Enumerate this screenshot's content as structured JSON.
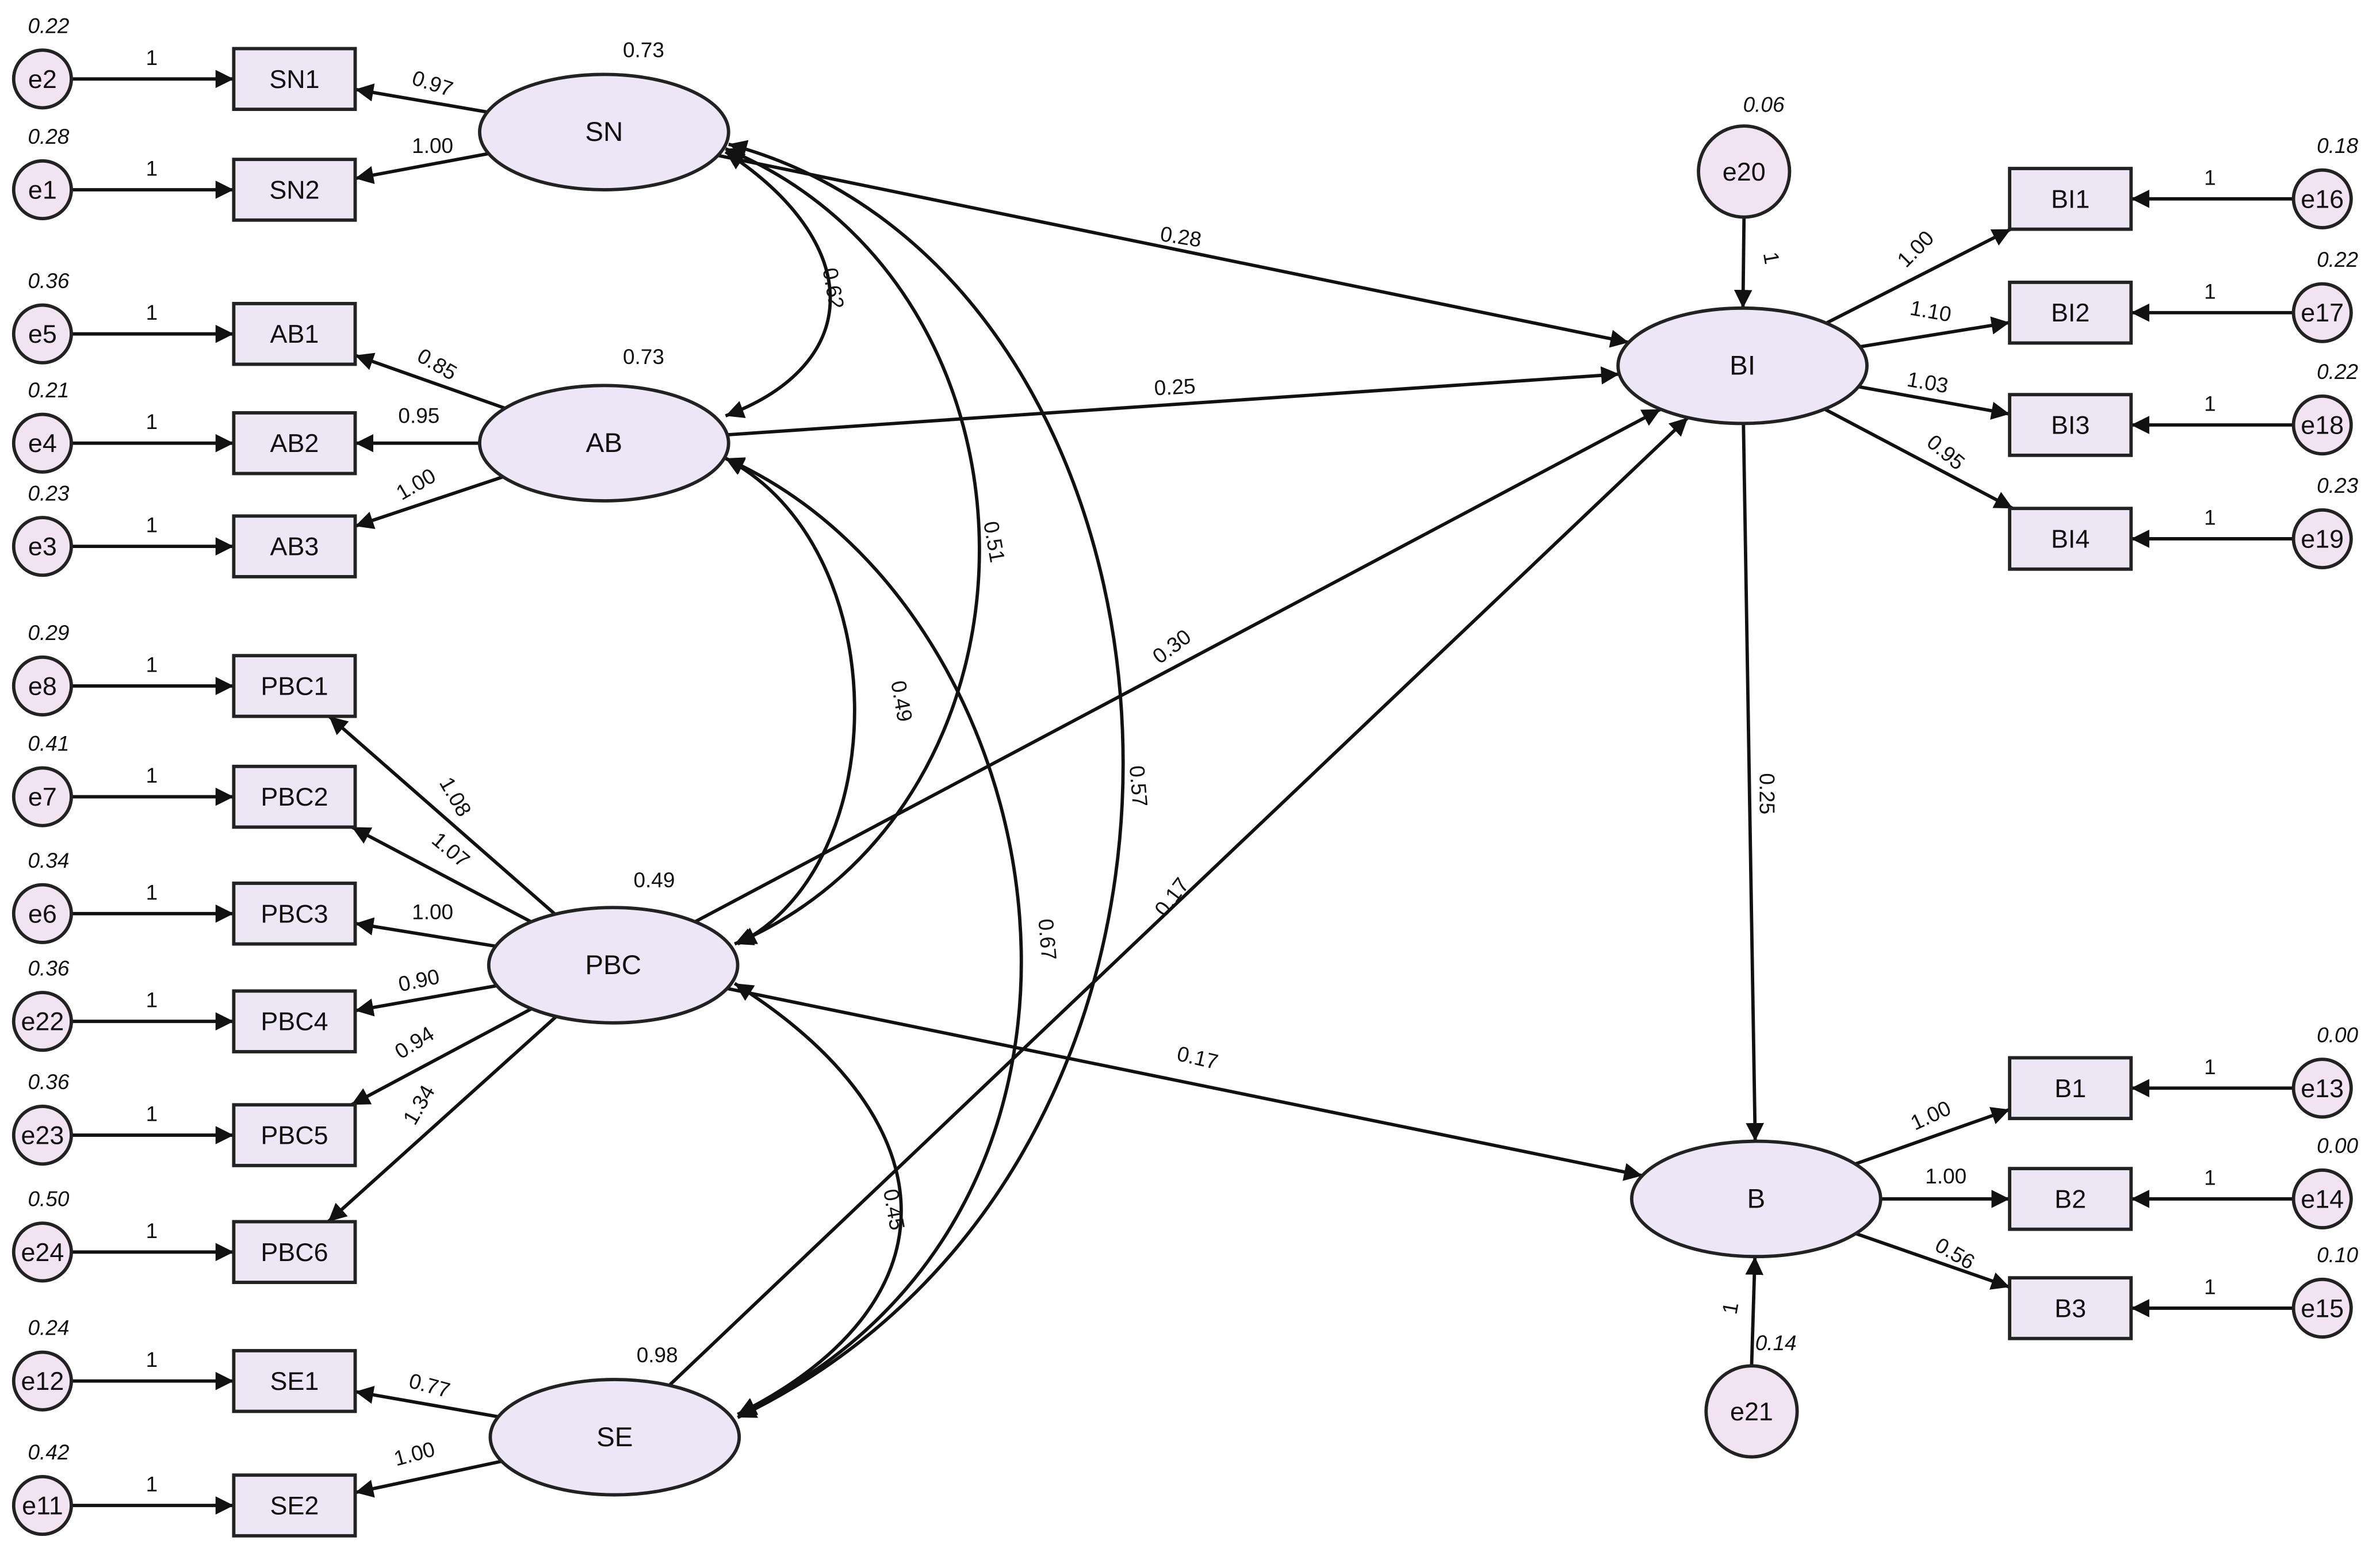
{
  "colors": {
    "box_fill": "#ece6f5",
    "latent_fill": "#ece6f6",
    "error_fill": "#f2e3f3",
    "stroke": "#222222"
  },
  "latents": [
    {
      "id": "SN",
      "label": "SN",
      "variance": "0.73"
    },
    {
      "id": "AB",
      "label": "AB",
      "variance": "0.73"
    },
    {
      "id": "PBC",
      "label": "PBC",
      "variance": "0.49"
    },
    {
      "id": "SE",
      "label": "SE",
      "variance": "0.98"
    },
    {
      "id": "BI",
      "label": "BI",
      "variance": ""
    },
    {
      "id": "B",
      "label": "B",
      "variance": ""
    }
  ],
  "indicators": [
    {
      "id": "SN1",
      "label": "SN1",
      "loading": "0.97",
      "error": {
        "label": "e2",
        "variance": "0.22",
        "fixed": "1"
      }
    },
    {
      "id": "SN2",
      "label": "SN2",
      "loading": "1.00",
      "error": {
        "label": "e1",
        "variance": "0.28",
        "fixed": "1"
      }
    },
    {
      "id": "AB1",
      "label": "AB1",
      "loading": "0.85",
      "error": {
        "label": "e5",
        "variance": "0.36",
        "fixed": "1"
      }
    },
    {
      "id": "AB2",
      "label": "AB2",
      "loading": "0.95",
      "error": {
        "label": "e4",
        "variance": "0.21",
        "fixed": "1"
      }
    },
    {
      "id": "AB3",
      "label": "AB3",
      "loading": "1.00",
      "error": {
        "label": "e3",
        "variance": "0.23",
        "fixed": "1"
      }
    },
    {
      "id": "PBC1",
      "label": "PBC1",
      "loading": "1.08",
      "error": {
        "label": "e8",
        "variance": "0.29",
        "fixed": "1"
      }
    },
    {
      "id": "PBC2",
      "label": "PBC2",
      "loading": "1.07",
      "error": {
        "label": "e7",
        "variance": "0.41",
        "fixed": "1"
      }
    },
    {
      "id": "PBC3",
      "label": "PBC3",
      "loading": "1.00",
      "error": {
        "label": "e6",
        "variance": "0.34",
        "fixed": "1"
      }
    },
    {
      "id": "PBC4",
      "label": "PBC4",
      "loading": "0.90",
      "error": {
        "label": "e22",
        "variance": "0.36",
        "fixed": "1"
      }
    },
    {
      "id": "PBC5",
      "label": "PBC5",
      "loading": "0.94",
      "error": {
        "label": "e23",
        "variance": "0.36",
        "fixed": "1"
      }
    },
    {
      "id": "PBC6",
      "label": "PBC6",
      "loading": "1.34",
      "error": {
        "label": "e24",
        "variance": "0.50",
        "fixed": "1"
      }
    },
    {
      "id": "SE1",
      "label": "SE1",
      "loading": "0.77",
      "error": {
        "label": "e12",
        "variance": "0.24",
        "fixed": "1"
      }
    },
    {
      "id": "SE2",
      "label": "SE2",
      "loading": "1.00",
      "error": {
        "label": "e11",
        "variance": "0.42",
        "fixed": "1"
      }
    },
    {
      "id": "BI1",
      "label": "BI1",
      "loading": "1.00",
      "error": {
        "label": "e16",
        "variance": "0.18",
        "fixed": "1"
      }
    },
    {
      "id": "BI2",
      "label": "BI2",
      "loading": "1.10",
      "error": {
        "label": "e17",
        "variance": "0.22",
        "fixed": "1"
      }
    },
    {
      "id": "BI3",
      "label": "BI3",
      "loading": "1.03",
      "error": {
        "label": "e18",
        "variance": "0.22",
        "fixed": "1"
      }
    },
    {
      "id": "BI4",
      "label": "BI4",
      "loading": "0.95",
      "error": {
        "label": "e19",
        "variance": "0.23",
        "fixed": "1"
      }
    },
    {
      "id": "B1",
      "label": "B1",
      "loading": "1.00",
      "error": {
        "label": "e13",
        "variance": "0.00",
        "fixed": "1"
      }
    },
    {
      "id": "B2",
      "label": "B2",
      "loading": "1.00",
      "error": {
        "label": "e14",
        "variance": "0.00",
        "fixed": "1"
      }
    },
    {
      "id": "B3",
      "label": "B3",
      "loading": "0.56",
      "error": {
        "label": "e15",
        "variance": "0.10",
        "fixed": "1"
      }
    }
  ],
  "disturbances": [
    {
      "target": "BI",
      "label": "e20",
      "variance": "0.06",
      "fixed": "1"
    },
    {
      "target": "B",
      "label": "e21",
      "variance": "0.14",
      "fixed": "1"
    }
  ],
  "structural_paths": [
    {
      "from": "SN",
      "to": "BI",
      "estimate": "0.28"
    },
    {
      "from": "AB",
      "to": "BI",
      "estimate": "0.25"
    },
    {
      "from": "PBC",
      "to": "BI",
      "estimate": "0.30"
    },
    {
      "from": "SE",
      "to": "BI",
      "estimate": "0.17"
    },
    {
      "from": "BI",
      "to": "B",
      "estimate": "0.25"
    },
    {
      "from": "PBC",
      "to": "B",
      "estimate": "0.17"
    }
  ],
  "covariances": [
    {
      "a": "SN",
      "b": "AB",
      "estimate": "0.62"
    },
    {
      "a": "SN",
      "b": "PBC",
      "estimate": "0.51"
    },
    {
      "a": "SN",
      "b": "SE",
      "estimate": "0.57"
    },
    {
      "a": "AB",
      "b": "PBC",
      "estimate": "0.49"
    },
    {
      "a": "AB",
      "b": "SE",
      "estimate": "0.67"
    },
    {
      "a": "PBC",
      "b": "SE",
      "estimate": "0.45"
    }
  ]
}
